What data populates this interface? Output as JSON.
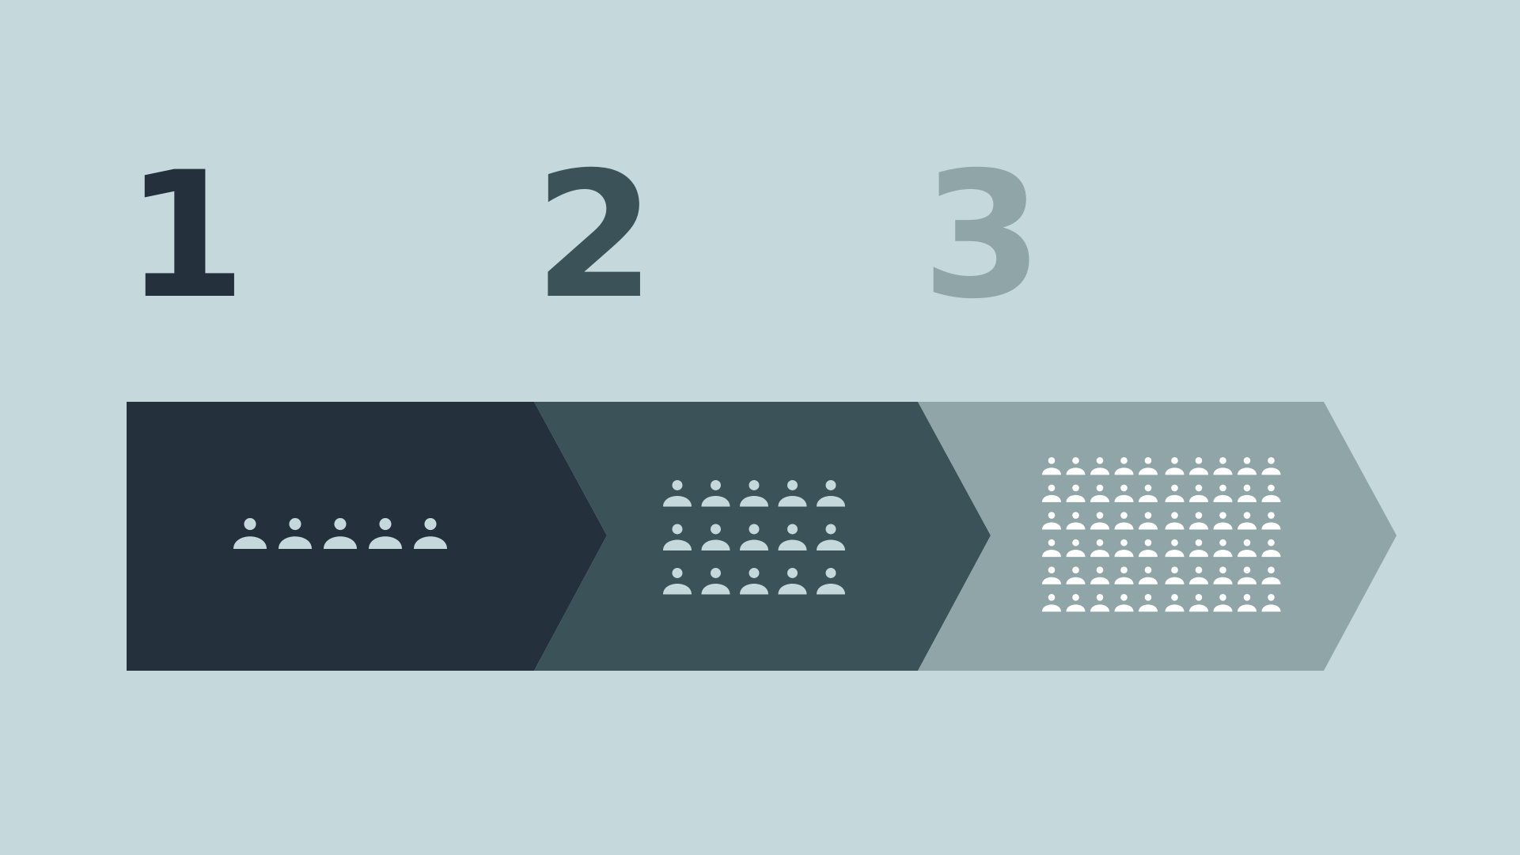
{
  "steps": [
    {
      "number": "1",
      "color": "#25303d",
      "icon_name": "person-icon",
      "people_count": 5
    },
    {
      "number": "2",
      "color": "#3b5259",
      "icon_name": "person-icon",
      "people_count": 15
    },
    {
      "number": "3",
      "color": "#8fa5a7",
      "icon_name": "person-icon",
      "people_count": 60
    }
  ],
  "colors": {
    "background": "#c5d9dc",
    "icon_light": "#c5d9dc",
    "icon_white": "#ffffff"
  }
}
